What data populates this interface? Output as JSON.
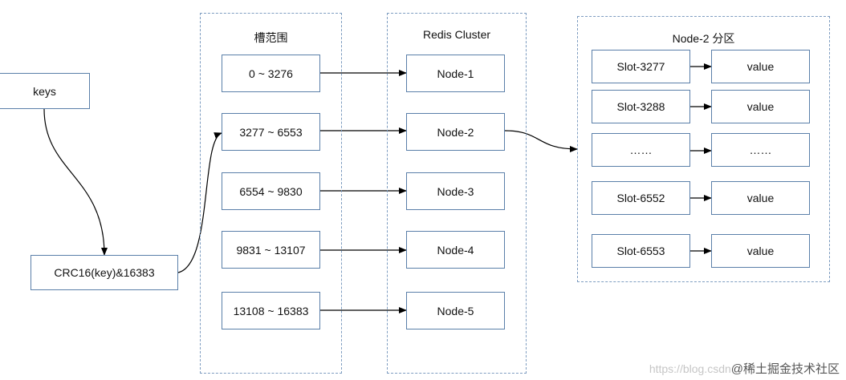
{
  "input": {
    "keys": "keys",
    "hash": "CRC16(key)&16383"
  },
  "groups": {
    "slot_range": {
      "title": "槽范围",
      "items": [
        "0 ~ 3276",
        "3277 ~ 6553",
        "6554 ~ 9830",
        "9831 ~ 13107",
        "13108 ~ 16383"
      ]
    },
    "cluster": {
      "title": "Redis Cluster",
      "items": [
        "Node-1",
        "Node-2",
        "Node-3",
        "Node-4",
        "Node-5"
      ]
    },
    "partition": {
      "title": "Node-2  分区",
      "rows": [
        {
          "slot": "Slot-3277",
          "value": "value"
        },
        {
          "slot": "Slot-3288",
          "value": "value"
        },
        {
          "slot": "……",
          "value": "……"
        },
        {
          "slot": "Slot-6552",
          "value": "value"
        },
        {
          "slot": "Slot-6553",
          "value": "value"
        }
      ]
    }
  },
  "watermark": {
    "url": "https://blog.csdn",
    "brand": "@稀土掘金技术社区"
  }
}
